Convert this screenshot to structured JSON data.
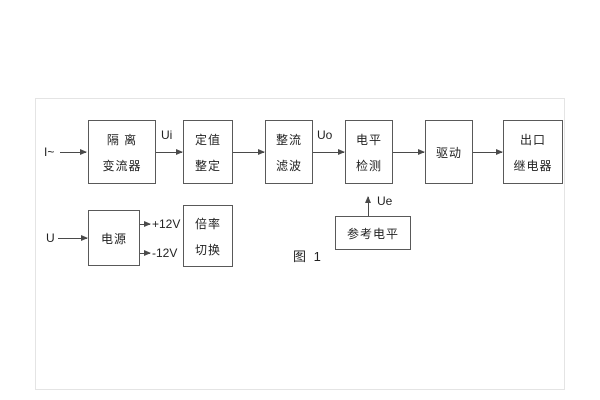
{
  "diagram": {
    "caption": "图 1",
    "labels": {
      "input_current": "I~",
      "input_voltage": "U",
      "ui": "Ui",
      "uo": "Uo",
      "ue": "Ue",
      "plus12v": "+12V",
      "minus12v": "-12V"
    },
    "blocks": {
      "isolation": {
        "line1": "隔 离",
        "line2": "变流器"
      },
      "setting": {
        "line1": "定值",
        "line2": "整定"
      },
      "rectifier": {
        "line1": "整流",
        "line2": "滤波"
      },
      "level_detect": {
        "line1": "电平",
        "line2": "检测"
      },
      "drive": {
        "line1": "驱动"
      },
      "output_relay": {
        "line1": "出口",
        "line2": "继电器"
      },
      "power": {
        "line1": "电源"
      },
      "ratio_switch": {
        "line1": "倍率",
        "line2": "切换"
      },
      "reference": {
        "line1": "参考电平"
      }
    }
  }
}
